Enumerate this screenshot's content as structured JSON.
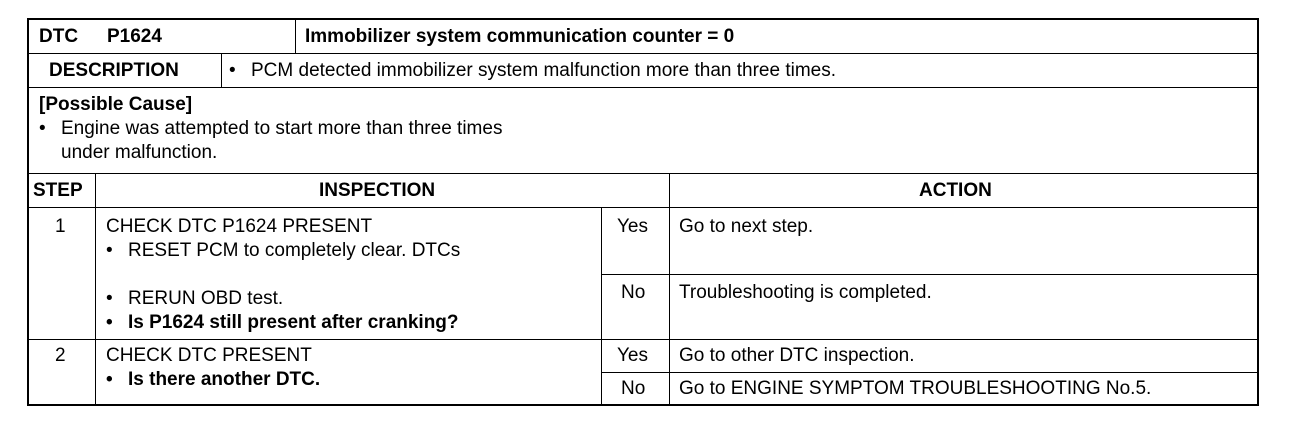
{
  "header": {
    "dtc_label": "DTC",
    "dtc_code": "P1624",
    "dtc_title": "Immobilizer system communication counter = 0"
  },
  "description": {
    "label": "DESCRIPTION",
    "text": "PCM detected immobilizer system malfunction more than three times."
  },
  "possible_cause": {
    "title": "[Possible Cause]",
    "line1": "Engine was attempted to start more than three times",
    "line2": "under malfunction."
  },
  "columns": {
    "step": "STEP",
    "inspection": "INSPECTION",
    "action": "ACTION"
  },
  "bullet": "•",
  "steps": [
    {
      "num": "1",
      "title": "CHECK DTC P1624 PRESENT",
      "items": [
        "RESET PCM to completely clear. DTCs",
        "RERUN OBD test.",
        "Is P1624 still present after cranking?"
      ],
      "yes_label": "Yes",
      "yes_action": "Go to next step.",
      "no_label": "No",
      "no_action": "Troubleshooting is completed."
    },
    {
      "num": "2",
      "title": "CHECK DTC PRESENT",
      "items": [
        "Is there another DTC."
      ],
      "yes_label": "Yes",
      "yes_action": "Go to other DTC inspection.",
      "no_label": "No",
      "no_action": "Go to ENGINE SYMPTOM TROUBLESHOOTING No.5."
    }
  ]
}
